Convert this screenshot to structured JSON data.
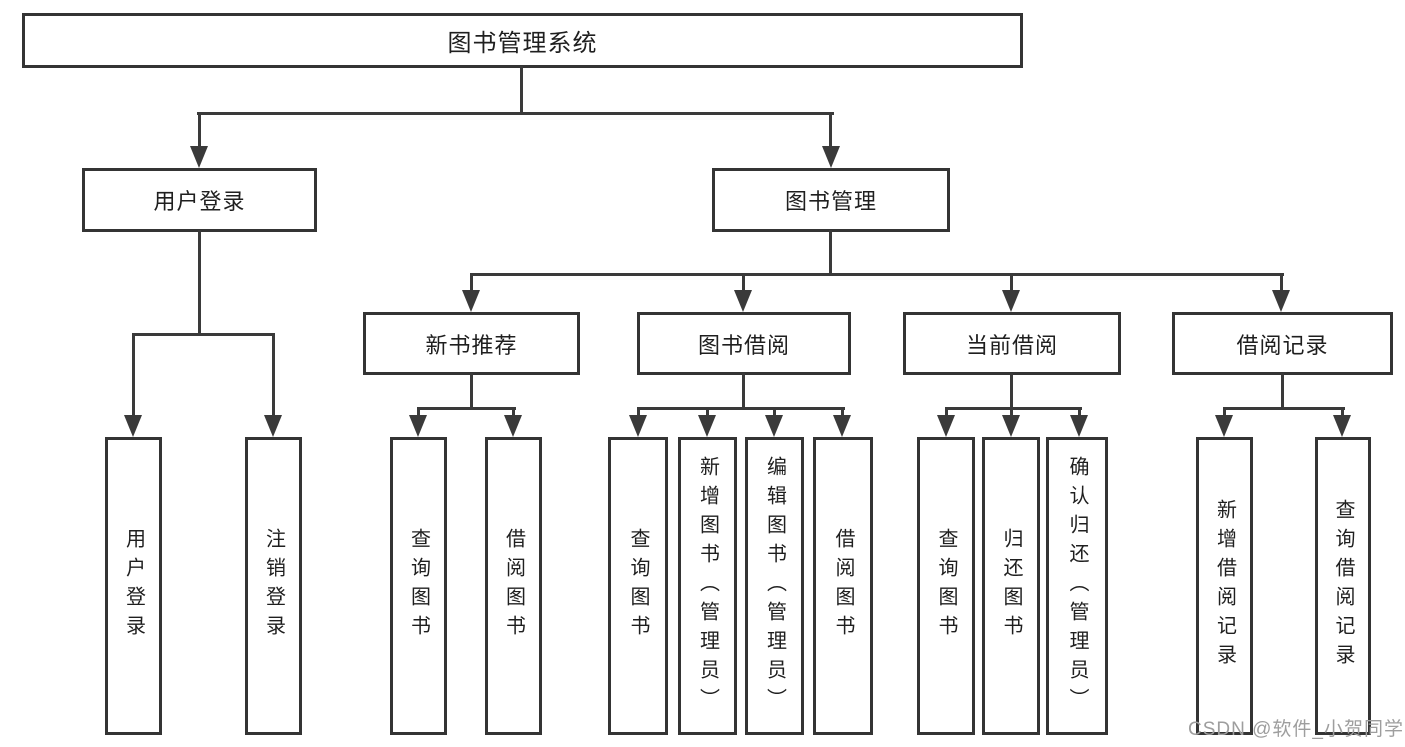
{
  "diagram_type": "hierarchy-tree",
  "tree": {
    "label": "图书管理系统",
    "children": [
      {
        "label": "用户登录",
        "children": [
          {
            "label": "用户登录"
          },
          {
            "label": "注销登录"
          }
        ]
      },
      {
        "label": "图书管理",
        "children": [
          {
            "label": "新书推荐",
            "children": [
              {
                "label": "查询图书"
              },
              {
                "label": "借阅图书"
              }
            ]
          },
          {
            "label": "图书借阅",
            "children": [
              {
                "label": "查询图书"
              },
              {
                "label": "新增图书（管理员）"
              },
              {
                "label": "编辑图书（管理员）"
              },
              {
                "label": "借阅图书"
              }
            ]
          },
          {
            "label": "当前借阅",
            "children": [
              {
                "label": "查询图书"
              },
              {
                "label": "归还图书"
              },
              {
                "label": "确认归还（管理员）"
              }
            ]
          },
          {
            "label": "借阅记录",
            "children": [
              {
                "label": "新增借阅记录"
              },
              {
                "label": "查询借阅记录"
              }
            ]
          }
        ]
      }
    ]
  },
  "watermark": {
    "text": "CSDN @软件_小贺同学"
  },
  "colors": {
    "line": "#3a3a3a",
    "box_border": "#343434",
    "text": "#1f1f1f",
    "watermark": "#9e9e9e",
    "background": "#ffffff"
  }
}
